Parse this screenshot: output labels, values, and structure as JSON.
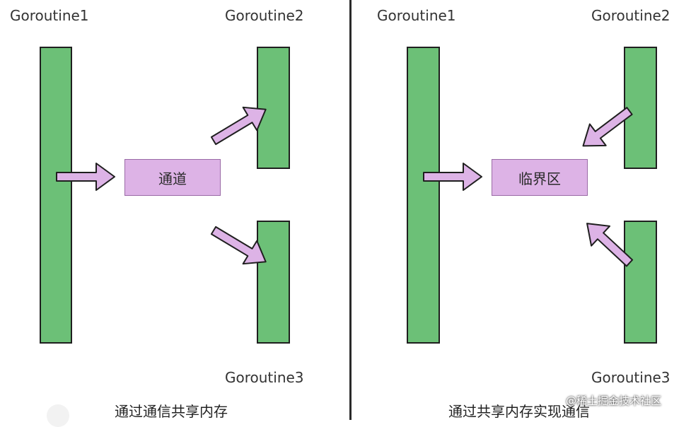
{
  "left": {
    "g1": "Goroutine1",
    "g2": "Goroutine2",
    "g3": "Goroutine3",
    "center_box": "通道",
    "caption": "通过通信共享内存"
  },
  "right": {
    "g1": "Goroutine1",
    "g2": "Goroutine2",
    "g3": "Goroutine3",
    "center_box": "临界区",
    "caption": "通过共享内存实现通信"
  },
  "watermark": "@稀土掘金技术社区",
  "colors": {
    "goroutine_bar": "#6cc077",
    "box_and_arrow": "#ddb3e6",
    "outline": "#1f1f1f"
  }
}
